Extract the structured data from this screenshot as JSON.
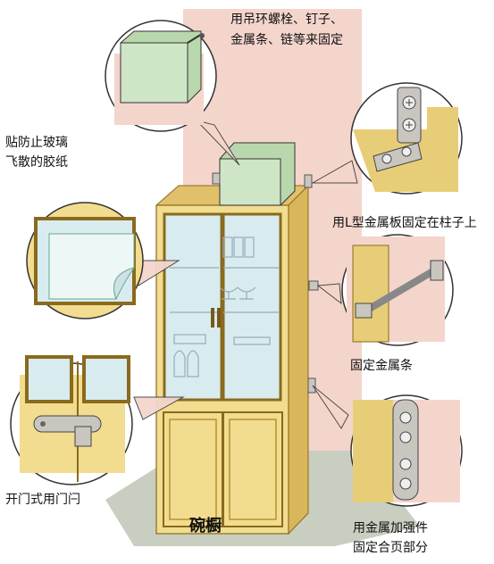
{
  "title": "碗橱",
  "labels": {
    "top_fix": [
      "用吊环螺栓、钉子、",
      "金属条、链等来固定"
    ],
    "film": [
      "贴防止玻璃",
      "飞散的胶纸"
    ],
    "lbracket": "用L型金属板固定在柱子上",
    "strip": "固定金属条",
    "latch": "开门式用门闩",
    "hinge": [
      "用金属加强件",
      "固定合页部分"
    ]
  },
  "colors": {
    "wall": "#f4d5cc",
    "floor": "#c8cfc0",
    "cabinet": "#f1dc8f",
    "cabinet_edge": "#b8912e",
    "glass": "#d8ecef",
    "box": "#cfe6c6",
    "metal": "#c9c6c0",
    "outline": "#333333"
  }
}
